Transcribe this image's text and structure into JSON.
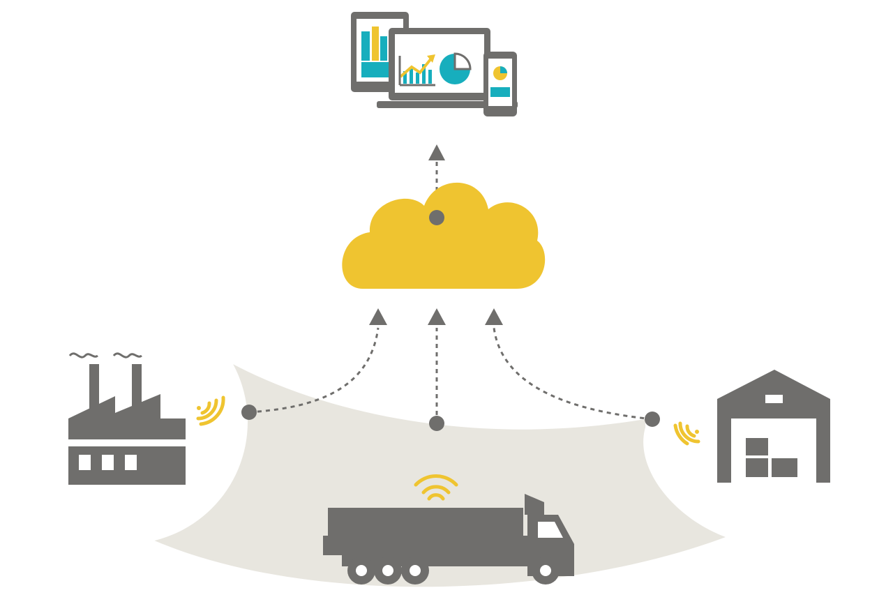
{
  "colors": {
    "gray": "#6f6e6c",
    "yellow": "#efc430",
    "teal": "#17aebd",
    "sand": "#e8e6df",
    "white": "#ffffff",
    "circle_fill": "#ffffff",
    "arrow": "#6f6e6c"
  },
  "nodes": [
    {
      "id": "devices",
      "icon": "devices-icon"
    },
    {
      "id": "cloud",
      "icon": "cloud-icon"
    },
    {
      "id": "factory",
      "icon": "factory-icon"
    },
    {
      "id": "truck",
      "icon": "truck-icon"
    },
    {
      "id": "warehouse",
      "icon": "warehouse-icon"
    }
  ],
  "connections": [
    {
      "from": "factory",
      "to": "cloud",
      "style": "dashed"
    },
    {
      "from": "truck",
      "to": "cloud",
      "style": "dashed"
    },
    {
      "from": "warehouse",
      "to": "cloud",
      "style": "dashed"
    },
    {
      "from": "cloud",
      "to": "devices",
      "style": "dashed"
    }
  ],
  "signals": [
    "wifi-icon",
    "wifi-icon",
    "wifi-icon"
  ]
}
